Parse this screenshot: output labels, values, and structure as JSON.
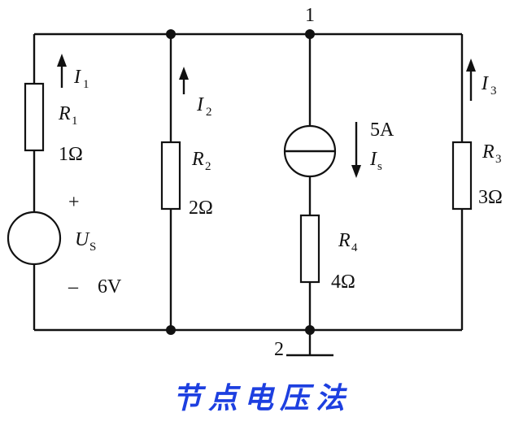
{
  "nodes": {
    "top": "1",
    "bottom": "2"
  },
  "branch1": {
    "current_name": "I",
    "current_sub": "1",
    "resistor_name": "R",
    "resistor_sub": "1",
    "resistor_value": "1Ω",
    "source_plus": "+",
    "source_minus": "–",
    "source_name": "U",
    "source_sub": "S",
    "source_value": "6V"
  },
  "branch2": {
    "current_name": "I",
    "current_sub": "2",
    "resistor_name": "R",
    "resistor_sub": "2",
    "resistor_value": "2Ω"
  },
  "branch3": {
    "source_value": "5A",
    "source_name": "I",
    "source_sub": "s",
    "resistor_name": "R",
    "resistor_sub": "4",
    "resistor_value": "4Ω"
  },
  "branch4": {
    "current_name": "I",
    "current_sub": "3",
    "resistor_name": "R",
    "resistor_sub": "3",
    "resistor_value": "3Ω"
  },
  "caption": "节点电压法"
}
